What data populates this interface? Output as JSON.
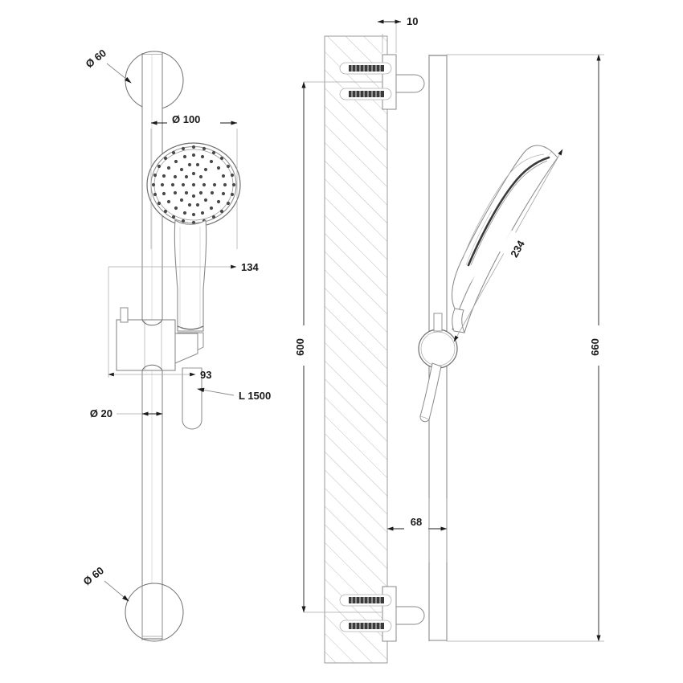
{
  "drawing": {
    "title": "Shower slide rail set technical drawing",
    "background_color": "#ffffff",
    "line_color": "#6e6e6e",
    "dim_line_color": "#8a8a8a",
    "text_color": "#1a1a1a",
    "hatch_color": "#b9b9b9"
  },
  "views": {
    "front": {
      "name": "front-elevation"
    },
    "side": {
      "name": "side-section-elevation"
    }
  },
  "dimensions": {
    "top_rosette_dia": "Ø 60",
    "head_dia": "Ø 100",
    "head_offset": "134",
    "bracket_offset": "93",
    "rail_dia": "Ø 20",
    "hose_length": "L 1500",
    "bottom_rosette_dia": "Ø 60",
    "wall_plate_thickness": "10",
    "bracket_spacing": "600",
    "overall_height": "660",
    "handset_length": "234",
    "projection": "68"
  }
}
